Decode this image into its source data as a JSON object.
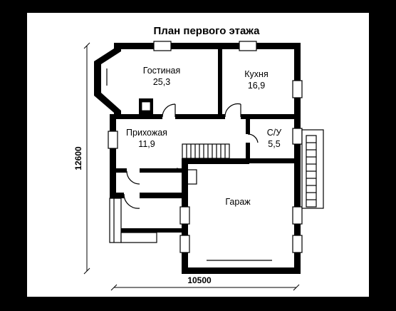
{
  "plan": {
    "title": "План первого этажа",
    "rooms": [
      {
        "name": "Гостиная",
        "area": "25,3"
      },
      {
        "name": "Кухня",
        "area": "16,9"
      },
      {
        "name": "Прихожая",
        "area": "11,9"
      },
      {
        "name": "С/У",
        "area": "5,5"
      },
      {
        "name": "Гараж",
        "area": ""
      }
    ],
    "dimensions": {
      "width": "10500",
      "height": "12600"
    }
  }
}
